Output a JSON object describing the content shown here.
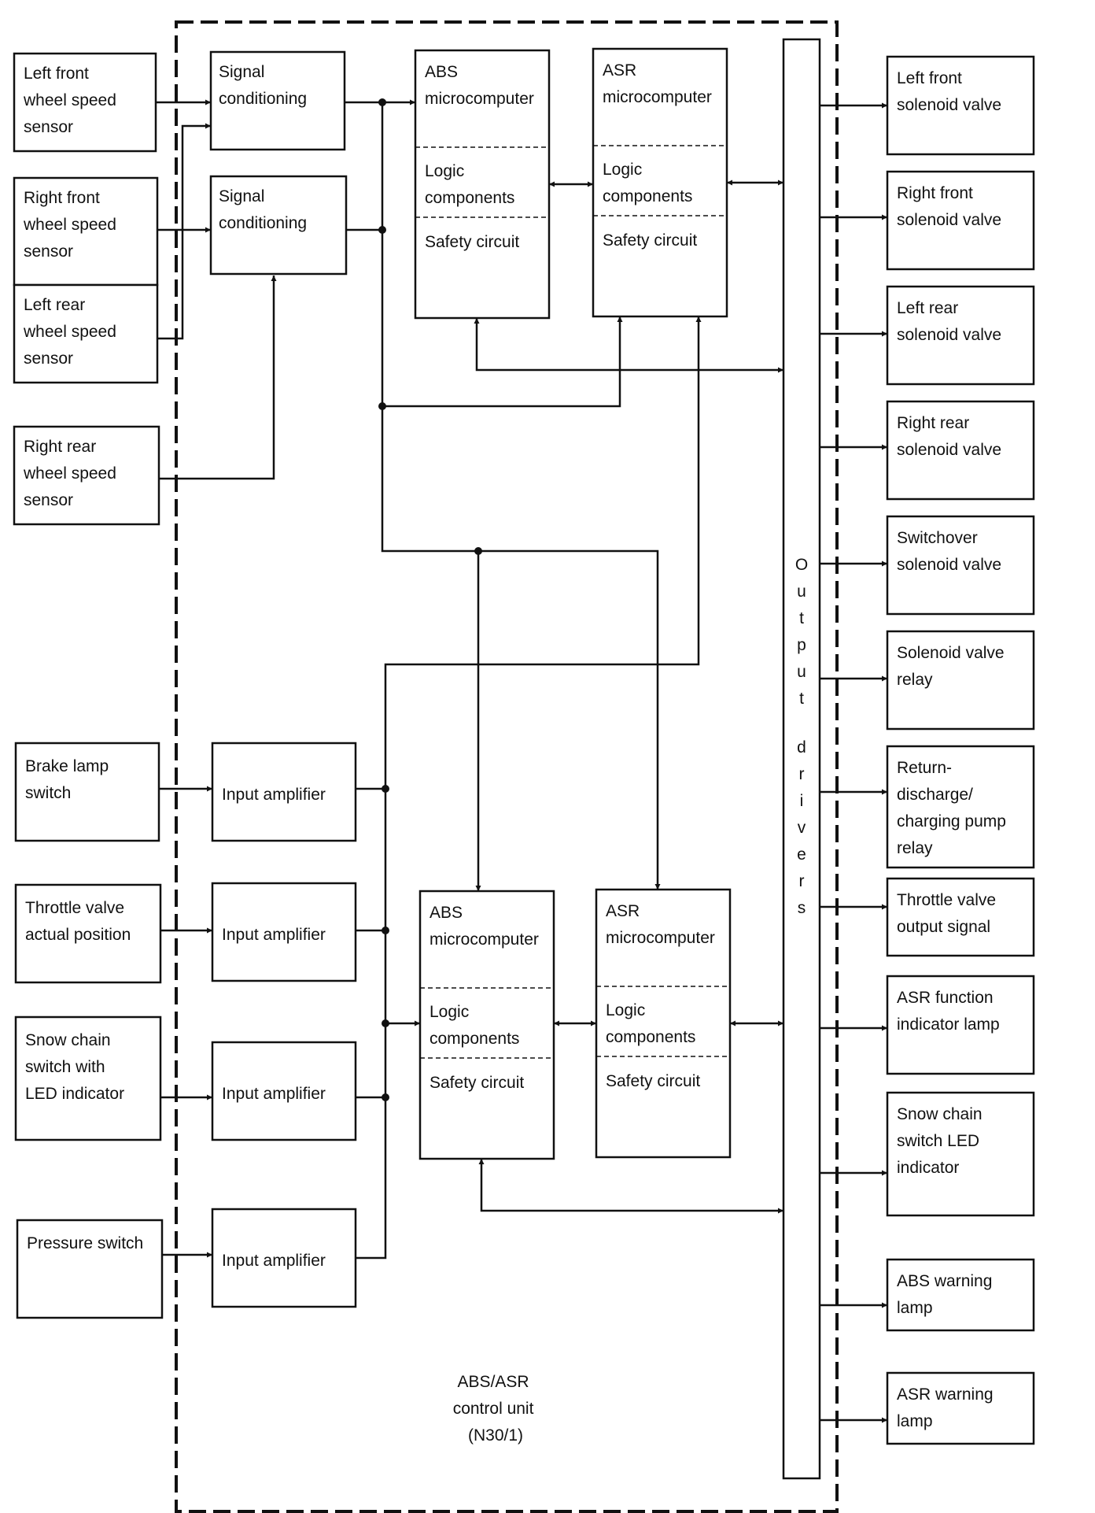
{
  "sensors": [
    {
      "id": "lf",
      "lines": [
        "Left front",
        "wheel speed",
        "sensor"
      ]
    },
    {
      "id": "rf",
      "lines": [
        "Right front",
        "wheel speed",
        "sensor"
      ]
    },
    {
      "id": "lr",
      "lines": [
        "Left rear",
        "wheel speed",
        "sensor"
      ]
    },
    {
      "id": "rr",
      "lines": [
        "Right rear",
        "wheel speed",
        "sensor"
      ]
    }
  ],
  "switches": [
    {
      "id": "brake",
      "lines": [
        "Brake lamp",
        "switch"
      ]
    },
    {
      "id": "throttle",
      "lines": [
        "Throttle valve",
        "actual position"
      ]
    },
    {
      "id": "snowchain",
      "lines": [
        "Snow chain",
        "switch with",
        "LED indicator"
      ]
    },
    {
      "id": "pressure",
      "lines": [
        "Pressure switch"
      ]
    }
  ],
  "signal_conditioning": [
    "Signal",
    "conditioning"
  ],
  "input_amplifier": "Input amplifier",
  "abs_label": [
    "ABS",
    "microcomputer"
  ],
  "asr_label": [
    "ASR",
    "microcomputer"
  ],
  "logic_label": [
    "Logic",
    "components"
  ],
  "safety_label": "Safety circuit",
  "output_drivers": "Output drivers",
  "control_unit": [
    "ABS/ASR",
    "control unit",
    "(N30/1)"
  ],
  "outputs": [
    {
      "id": "lf-valve",
      "lines": [
        "Left front",
        "solenoid valve"
      ]
    },
    {
      "id": "rf-valve",
      "lines": [
        "Right front",
        "solenoid valve"
      ]
    },
    {
      "id": "lr-valve",
      "lines": [
        "Left rear",
        "solenoid valve"
      ]
    },
    {
      "id": "rr-valve",
      "lines": [
        "Right rear",
        "solenoid valve"
      ]
    },
    {
      "id": "switchover-valve",
      "lines": [
        "Switchover",
        "solenoid valve"
      ]
    },
    {
      "id": "valve-relay",
      "lines": [
        "Solenoid valve",
        "relay"
      ]
    },
    {
      "id": "pump-relay",
      "lines": [
        "Return-",
        "discharge/",
        "charging pump",
        "relay"
      ]
    },
    {
      "id": "throttle-output",
      "lines": [
        "Throttle valve",
        "output signal"
      ]
    },
    {
      "id": "asr-indicator",
      "lines": [
        "ASR function",
        "indicator lamp"
      ]
    },
    {
      "id": "snowchain-led",
      "lines": [
        "Snow chain",
        "switch LED",
        "indicator"
      ]
    },
    {
      "id": "abs-warning",
      "lines": [
        "ABS warning",
        "lamp"
      ]
    },
    {
      "id": "asr-warning",
      "lines": [
        "ASR warning",
        "lamp"
      ]
    }
  ]
}
